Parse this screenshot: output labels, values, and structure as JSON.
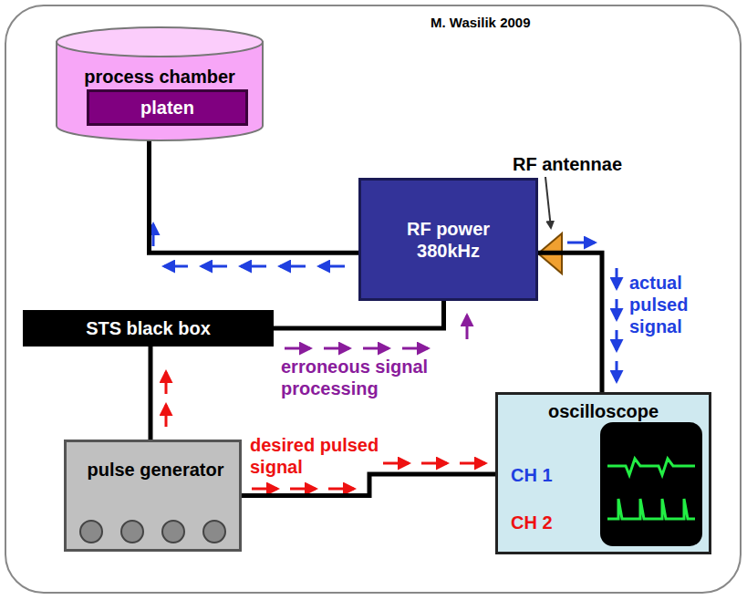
{
  "diagram": {
    "nodes": [
      {
        "text": [
          "process chamber"
        ]
      },
      {
        "text": [
          "platen"
        ],
        "in": 0
      },
      {
        "text": [
          "RF power 380kHz"
        ]
      },
      {
        "text": [
          "STS black box"
        ]
      },
      {
        "text": [
          "pulse generator"
        ]
      },
      {
        "text": [
          "oscilloscope",
          "CH 1",
          "CH 2"
        ]
      }
    ],
    "edges": [
      {
        "from": 1,
        "to": 2,
        "arrow": "none"
      },
      {
        "from": 2,
        "to": 3,
        "label": "erroneous signal processing",
        "arrow": "none"
      },
      {
        "from": 3,
        "to": 4,
        "arrow": "none"
      },
      {
        "from": 4,
        "to": 5,
        "label": "desired pulsed signal",
        "arrow": "none"
      },
      {
        "from": 2,
        "to": 5,
        "label": "actual pulsed signal",
        "arrow": "none"
      }
    ],
    "labels": [
      "M. Wasilik 2009",
      "RF antennae"
    ]
  }
}
